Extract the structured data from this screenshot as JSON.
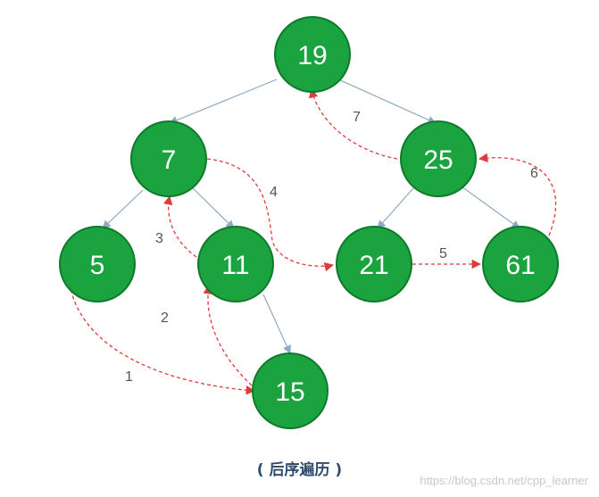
{
  "tree": {
    "nodes": [
      {
        "id": "n19",
        "value": "19"
      },
      {
        "id": "n7",
        "value": "7"
      },
      {
        "id": "n25",
        "value": "25"
      },
      {
        "id": "n5",
        "value": "5"
      },
      {
        "id": "n11",
        "value": "11"
      },
      {
        "id": "n21",
        "value": "21"
      },
      {
        "id": "n61",
        "value": "61"
      },
      {
        "id": "n15",
        "value": "15"
      }
    ],
    "edges": [
      {
        "from": "n19",
        "to": "n7"
      },
      {
        "from": "n19",
        "to": "n25"
      },
      {
        "from": "n7",
        "to": "n5"
      },
      {
        "from": "n7",
        "to": "n11"
      },
      {
        "from": "n11",
        "to": "n15"
      },
      {
        "from": "n25",
        "to": "n21"
      },
      {
        "from": "n25",
        "to": "n61"
      }
    ]
  },
  "traversal": {
    "steps": [
      {
        "label": "1",
        "from": "n5",
        "to": "n15"
      },
      {
        "label": "2",
        "from": "n15",
        "to": "n11"
      },
      {
        "label": "3",
        "from": "n11",
        "to": "n7"
      },
      {
        "label": "4",
        "from": "n7",
        "to": "n21"
      },
      {
        "label": "5",
        "from": "n21",
        "to": "n61"
      },
      {
        "label": "6",
        "from": "n61",
        "to": "n25"
      },
      {
        "label": "7",
        "from": "n25",
        "to": "n19"
      }
    ]
  },
  "caption": "( 后序遍历 )",
  "watermark": "https://blog.csdn.net/cpp_learner",
  "colors": {
    "node_fill": "#1aa33f",
    "tree_edge": "#8fa9c4",
    "traversal_edge": "#e03a3a"
  }
}
